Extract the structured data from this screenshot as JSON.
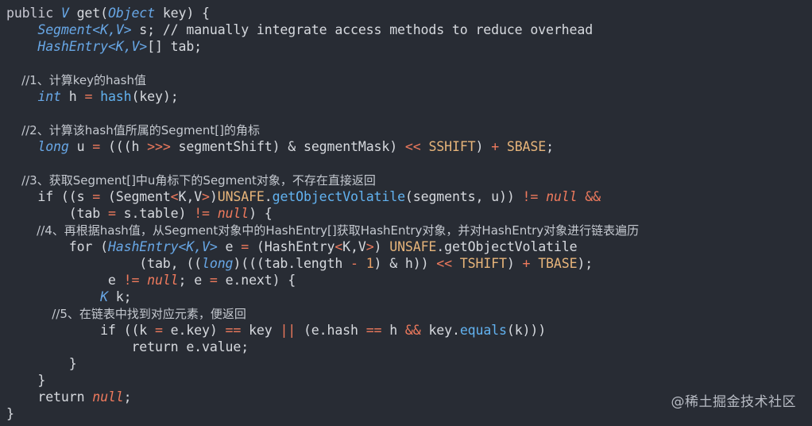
{
  "code": {
    "l01": [
      "public ",
      "V",
      " get(",
      "Object",
      " key) {"
    ],
    "l02": [
      "    ",
      "Segment<K,V>",
      " s; // manually integrate access methods to reduce overhead"
    ],
    "l03": [
      "    ",
      "HashEntry<K,V>",
      "[] tab;"
    ],
    "l05": "    //1、计算key的hash值",
    "l06": [
      "    ",
      "int",
      " h ",
      "=",
      " ",
      "hash",
      "(key);"
    ],
    "l08": "    //2、计算该hash值所属的Segment[]的角标",
    "l09": [
      "    ",
      "long",
      " u ",
      "=",
      " (((h ",
      ">>>",
      " segmentShift) & segmentMask) ",
      "<<",
      " ",
      "SSHIFT",
      ") ",
      "+",
      " ",
      "SBASE",
      ";"
    ],
    "l11": "    //3、获取Segment[]中u角标下的Segment对象，不存在直接返回",
    "l12": [
      "    if ((s ",
      "=",
      " (Segment",
      "<",
      "K,V",
      ">",
      ")",
      "UNSAFE",
      ".",
      "getObjectVolatile",
      "(segments, u)) ",
      "!=",
      " ",
      "null",
      " ",
      "&&"
    ],
    "l13": [
      "        (tab ",
      "=",
      " s.table) ",
      "!=",
      " ",
      "null",
      ") {"
    ],
    "l14": "        //4、再根据hash值，从Segment对象中的HashEntry[]获取HashEntry对象，并对HashEntry对象进行链表遍历",
    "l15": [
      "        for (",
      "HashEntry<K,V>",
      " e ",
      "=",
      " (HashEntry",
      "<",
      "K,V",
      ">",
      ") ",
      "UNSAFE",
      ".getObjectVolatile"
    ],
    "l16": [
      "                 (tab, ((",
      "long",
      ")(((tab.length ",
      "-",
      " ",
      "1",
      ") & h)) ",
      "<<",
      " ",
      "TSHIFT",
      ") ",
      "+",
      " ",
      "TBASE",
      ");"
    ],
    "l17": [
      "             e ",
      "!=",
      " ",
      "null",
      "; e ",
      "=",
      " e.next) {"
    ],
    "l18": [
      "            ",
      "K",
      " k;"
    ],
    "l19": "            //5、在链表中找到对应元素，便返回",
    "l20": [
      "            if ((k ",
      "=",
      " e.key) ",
      "==",
      " key ",
      "||",
      " (e.hash ",
      "==",
      " h ",
      "&&",
      " key.",
      "equals",
      "(k)))"
    ],
    "l21": "                return e.value;",
    "l22": "        }",
    "l23": "    }",
    "l24": [
      "    return ",
      "null",
      ";"
    ],
    "l25": "}"
  },
  "watermark": "@稀土掘金技术社区",
  "colors": {
    "background": "#282c34",
    "type": "#68a7e6",
    "function": "#62b2f0",
    "operator": "#ef7a5d",
    "number": "#e8a066",
    "constant": "#e6b47a"
  }
}
